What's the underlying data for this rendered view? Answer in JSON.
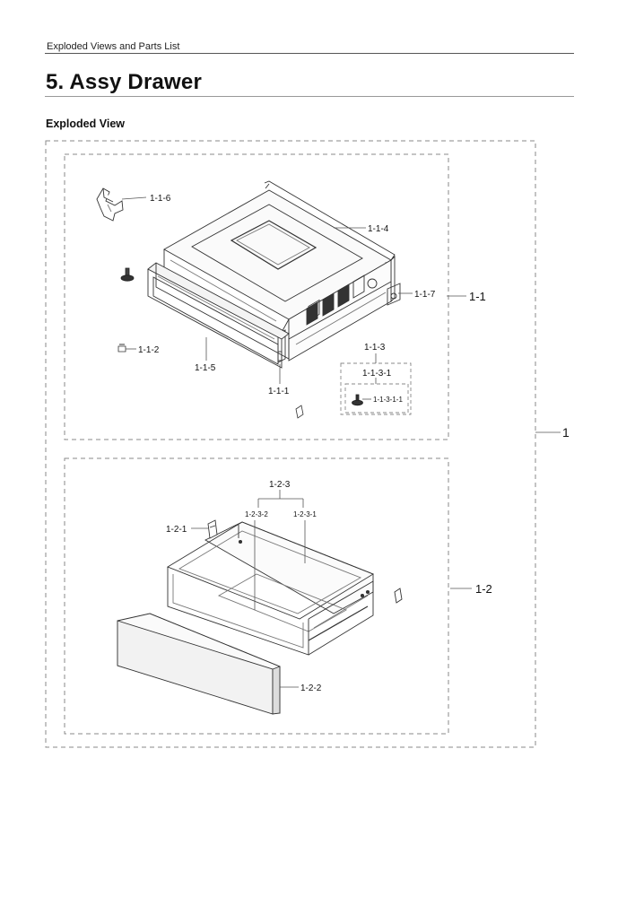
{
  "header": {
    "section_label": "Exploded Views and Parts List"
  },
  "page": {
    "title": "5.  Assy Drawer",
    "subtitle": "Exploded View"
  },
  "labels": {
    "p1": "1",
    "p1_1": "1-1",
    "p1_1_1": "1-1-1",
    "p1_1_2": "1-1-2",
    "p1_1_3": "1-1-3",
    "p1_1_3_1": "1-1-3-1",
    "p1_1_3_1_1": "1-1-3-1-1",
    "p1_1_4": "1-1-4",
    "p1_1_5": "1-1-5",
    "p1_1_6": "1-1-6",
    "p1_1_7": "1-1-7",
    "p1_2": "1-2",
    "p1_2_1": "1-2-1",
    "p1_2_2": "1-2-2",
    "p1_2_3": "1-2-3",
    "p1_2_3_1": "1-2-3-1",
    "p1_2_3_2": "1-2-3-2"
  }
}
